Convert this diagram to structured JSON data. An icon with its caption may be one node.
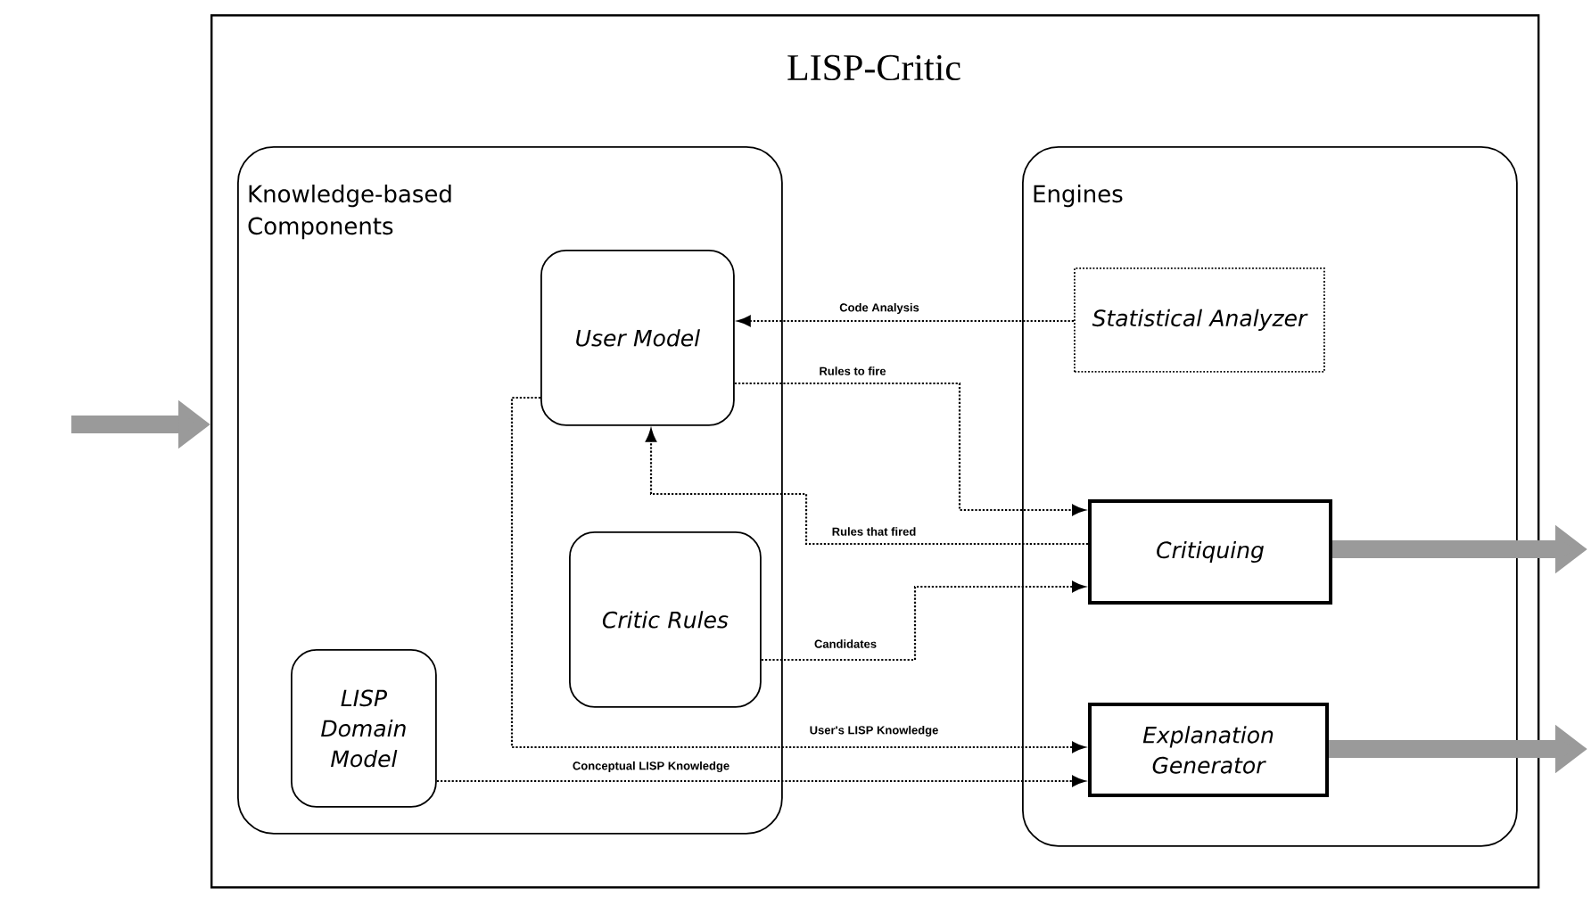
{
  "diagram": {
    "nodes": [
      {
        "text": [
          "LISP-Critic"
        ]
      },
      {
        "text": [
          "Knowledge-based Components"
        ],
        "in": 0
      },
      {
        "text": [
          "Engines"
        ],
        "in": 0
      },
      {
        "text": [
          "User Model"
        ],
        "in": 1
      },
      {
        "text": [
          "Critic Rules"
        ],
        "in": 1
      },
      {
        "text": [
          "LISP Domain Model"
        ],
        "in": 1
      },
      {
        "text": [
          "Statistical Analyzer"
        ],
        "in": 2
      },
      {
        "text": [
          "Critiquing"
        ],
        "in": 2
      },
      {
        "text": [
          "Explanation Generator"
        ],
        "in": 2
      }
    ],
    "edges": [
      {
        "from": null,
        "to": 0,
        "arrow": "to",
        "style": "thick",
        "color": "#9a9a9a"
      },
      {
        "from": 6,
        "to": 3,
        "arrow": "to",
        "label": "Code Analysis",
        "style": "dashed"
      },
      {
        "from": 3,
        "to": 7,
        "arrow": "to",
        "label": "Rules to fire",
        "style": "dashed"
      },
      {
        "from": 7,
        "to": 3,
        "arrow": "to",
        "label": "Rules that fired",
        "style": "dashed"
      },
      {
        "from": 4,
        "to": 7,
        "arrow": "to",
        "label": "Candidates",
        "style": "dashed"
      },
      {
        "from": 3,
        "to": 8,
        "arrow": "to",
        "label": "User's LISP Knowledge",
        "style": "dashed"
      },
      {
        "from": 5,
        "to": 8,
        "arrow": "to",
        "label": "Conceptual LISP Knowledge",
        "style": "dashed"
      },
      {
        "from": 7,
        "to": null,
        "arrow": "to",
        "style": "thick",
        "color": "#9a9a9a"
      },
      {
        "from": 8,
        "to": null,
        "arrow": "to",
        "style": "thick",
        "color": "#9a9a9a"
      }
    ]
  }
}
